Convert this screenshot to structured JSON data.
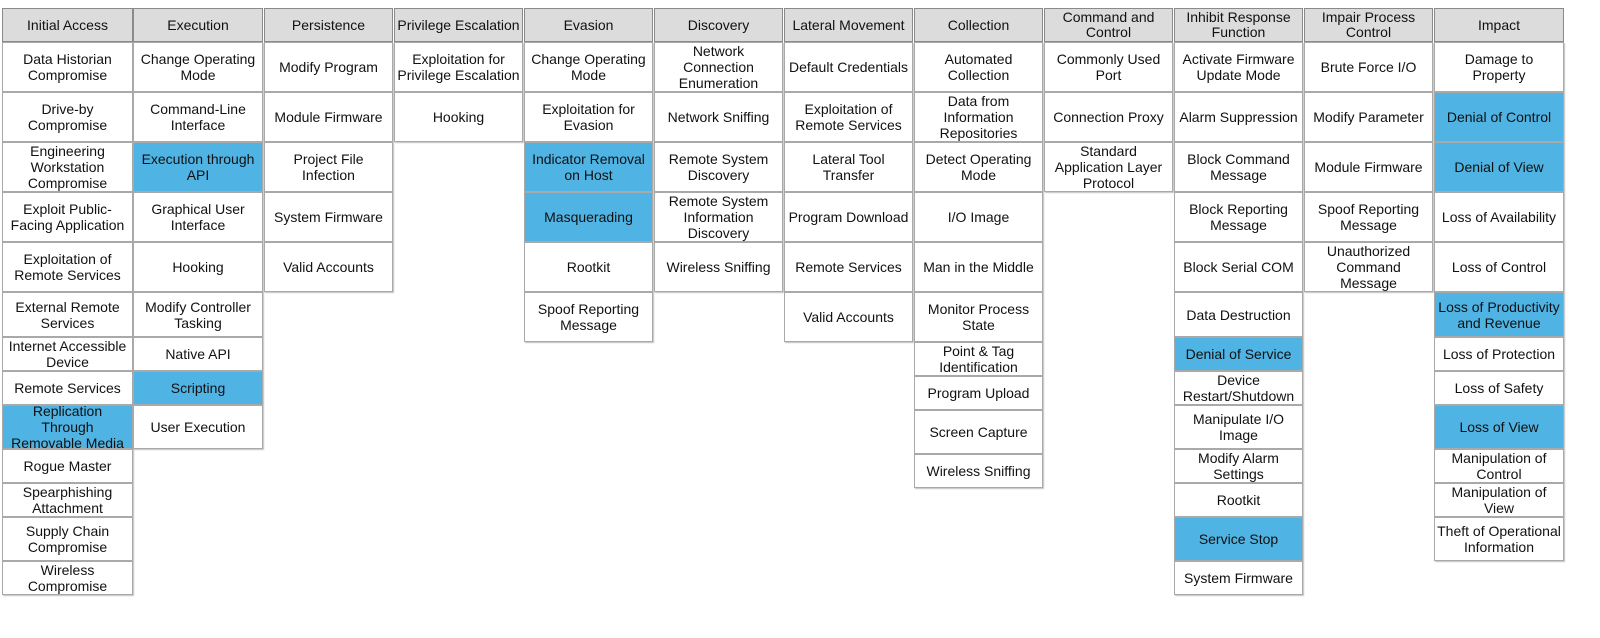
{
  "colors": {
    "header_bg": "#dcdcdc",
    "highlight": "#4fb3e3",
    "cell_bg": "#ffffff"
  },
  "tactics": [
    {
      "name": "Initial Access",
      "techniques": [
        {
          "label": "Data Historian Compromise",
          "highlighted": false
        },
        {
          "label": "Drive-by Compromise",
          "highlighted": false
        },
        {
          "label": "Engineering Workstation Compromise",
          "highlighted": false
        },
        {
          "label": "Exploit Public-Facing Application",
          "highlighted": false
        },
        {
          "label": "Exploitation of Remote Services",
          "highlighted": false
        },
        {
          "label": "External Remote Services",
          "highlighted": false
        },
        {
          "label": "Internet Accessible Device",
          "highlighted": false
        },
        {
          "label": "Remote Services",
          "highlighted": false
        },
        {
          "label": "Replication Through Removable Media",
          "highlighted": true
        },
        {
          "label": "Rogue Master",
          "highlighted": false
        },
        {
          "label": "Spearphishing Attachment",
          "highlighted": false
        },
        {
          "label": "Supply Chain Compromise",
          "highlighted": false
        },
        {
          "label": "Wireless Compromise",
          "highlighted": false
        }
      ]
    },
    {
      "name": "Execution",
      "techniques": [
        {
          "label": "Change Operating Mode",
          "highlighted": false
        },
        {
          "label": "Command-Line Interface",
          "highlighted": false
        },
        {
          "label": "Execution through API",
          "highlighted": true
        },
        {
          "label": "Graphical User Interface",
          "highlighted": false
        },
        {
          "label": "Hooking",
          "highlighted": false
        },
        {
          "label": "Modify Controller Tasking",
          "highlighted": false
        },
        {
          "label": "Native API",
          "highlighted": false
        },
        {
          "label": "Scripting",
          "highlighted": true
        },
        {
          "label": "User Execution",
          "highlighted": false
        }
      ]
    },
    {
      "name": "Persistence",
      "techniques": [
        {
          "label": "Modify Program",
          "highlighted": false
        },
        {
          "label": "Module Firmware",
          "highlighted": false
        },
        {
          "label": "Project File Infection",
          "highlighted": false
        },
        {
          "label": "System Firmware",
          "highlighted": false
        },
        {
          "label": "Valid Accounts",
          "highlighted": false
        }
      ]
    },
    {
      "name": "Privilege Escalation",
      "techniques": [
        {
          "label": "Exploitation for Privilege Escalation",
          "highlighted": false
        },
        {
          "label": "Hooking",
          "highlighted": false
        }
      ]
    },
    {
      "name": "Evasion",
      "techniques": [
        {
          "label": "Change Operating Mode",
          "highlighted": false
        },
        {
          "label": "Exploitation for Evasion",
          "highlighted": false
        },
        {
          "label": "Indicator Removal on Host",
          "highlighted": true
        },
        {
          "label": "Masquerading",
          "highlighted": true
        },
        {
          "label": "Rootkit",
          "highlighted": false
        },
        {
          "label": "Spoof Reporting Message",
          "highlighted": false
        }
      ]
    },
    {
      "name": "Discovery",
      "techniques": [
        {
          "label": "Network Connection Enumeration",
          "highlighted": false
        },
        {
          "label": "Network Sniffing",
          "highlighted": false
        },
        {
          "label": "Remote System Discovery",
          "highlighted": false
        },
        {
          "label": "Remote System Information Discovery",
          "highlighted": false
        },
        {
          "label": "Wireless Sniffing",
          "highlighted": false
        }
      ]
    },
    {
      "name": "Lateral Movement",
      "techniques": [
        {
          "label": "Default Credentials",
          "highlighted": false
        },
        {
          "label": "Exploitation of Remote Services",
          "highlighted": false
        },
        {
          "label": "Lateral Tool Transfer",
          "highlighted": false
        },
        {
          "label": "Program Download",
          "highlighted": false
        },
        {
          "label": "Remote Services",
          "highlighted": false
        },
        {
          "label": "Valid Accounts",
          "highlighted": false
        }
      ]
    },
    {
      "name": "Collection",
      "techniques": [
        {
          "label": "Automated Collection",
          "highlighted": false
        },
        {
          "label": "Data from Information Repositories",
          "highlighted": false
        },
        {
          "label": "Detect Operating Mode",
          "highlighted": false
        },
        {
          "label": "I/O Image",
          "highlighted": false
        },
        {
          "label": "Man in the Middle",
          "highlighted": false
        },
        {
          "label": "Monitor Process State",
          "highlighted": false
        },
        {
          "label": "Point & Tag Identification",
          "highlighted": false
        },
        {
          "label": "Program Upload",
          "highlighted": false
        },
        {
          "label": "Screen Capture",
          "highlighted": false
        },
        {
          "label": "Wireless Sniffing",
          "highlighted": false
        }
      ]
    },
    {
      "name": "Command and Control",
      "techniques": [
        {
          "label": "Commonly Used Port",
          "highlighted": false
        },
        {
          "label": "Connection Proxy",
          "highlighted": false
        },
        {
          "label": "Standard Application Layer Protocol",
          "highlighted": false
        }
      ]
    },
    {
      "name": "Inhibit Response Function",
      "techniques": [
        {
          "label": "Activate Firmware Update Mode",
          "highlighted": false
        },
        {
          "label": "Alarm Suppression",
          "highlighted": false
        },
        {
          "label": "Block Command Message",
          "highlighted": false
        },
        {
          "label": "Block Reporting Message",
          "highlighted": false
        },
        {
          "label": "Block Serial COM",
          "highlighted": false
        },
        {
          "label": "Data Destruction",
          "highlighted": false
        },
        {
          "label": "Denial of Service",
          "highlighted": true
        },
        {
          "label": "Device Restart/Shutdown",
          "highlighted": false
        },
        {
          "label": "Manipulate I/O Image",
          "highlighted": false
        },
        {
          "label": "Modify Alarm Settings",
          "highlighted": false
        },
        {
          "label": "Rootkit",
          "highlighted": false
        },
        {
          "label": "Service Stop",
          "highlighted": true
        },
        {
          "label": "System Firmware",
          "highlighted": false
        }
      ]
    },
    {
      "name": "Impair Process Control",
      "techniques": [
        {
          "label": "Brute Force I/O",
          "highlighted": false
        },
        {
          "label": "Modify Parameter",
          "highlighted": false
        },
        {
          "label": "Module Firmware",
          "highlighted": false
        },
        {
          "label": "Spoof Reporting Message",
          "highlighted": false
        },
        {
          "label": "Unauthorized Command Message",
          "highlighted": false
        }
      ]
    },
    {
      "name": "Impact",
      "techniques": [
        {
          "label": "Damage to Property",
          "highlighted": false
        },
        {
          "label": "Denial of Control",
          "highlighted": true
        },
        {
          "label": "Denial of View",
          "highlighted": true
        },
        {
          "label": "Loss of Availability",
          "highlighted": false
        },
        {
          "label": "Loss of Control",
          "highlighted": false
        },
        {
          "label": "Loss of Productivity and Revenue",
          "highlighted": true
        },
        {
          "label": "Loss of Protection",
          "highlighted": false
        },
        {
          "label": "Loss of Safety",
          "highlighted": false
        },
        {
          "label": "Loss of View",
          "highlighted": true
        },
        {
          "label": "Manipulation of Control",
          "highlighted": false
        },
        {
          "label": "Manipulation of View",
          "highlighted": false
        },
        {
          "label": "Theft of Operational Information",
          "highlighted": false
        }
      ]
    }
  ]
}
